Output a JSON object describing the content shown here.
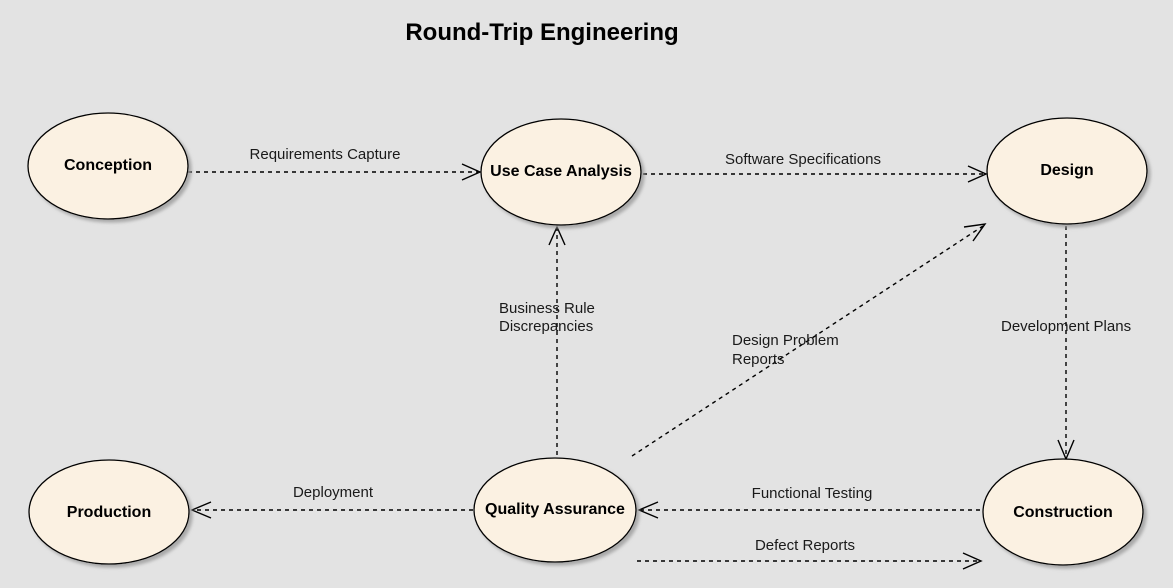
{
  "title": "Round-Trip Engineering",
  "colors": {
    "background": "#e3e3e3",
    "node_fill": "#fbf1e2",
    "node_stroke": "#000000",
    "line": "#000000"
  },
  "nodes": {
    "conception": "Conception",
    "use_case_analysis": "Use Case Analysis",
    "design": "Design",
    "production": "Production",
    "quality_assurance": "Quality Assurance",
    "construction": "Construction"
  },
  "edges": {
    "requirements_capture": "Requirements Capture",
    "software_specifications": "Software Specifications",
    "business_rule_discrepancies": [
      "Business Rule",
      "Discrepancies"
    ],
    "design_problem_reports": [
      "Design Problem",
      "Reports"
    ],
    "development_plans": "Development Plans",
    "deployment": "Deployment",
    "functional_testing": "Functional Testing",
    "defect_reports": "Defect Reports"
  }
}
